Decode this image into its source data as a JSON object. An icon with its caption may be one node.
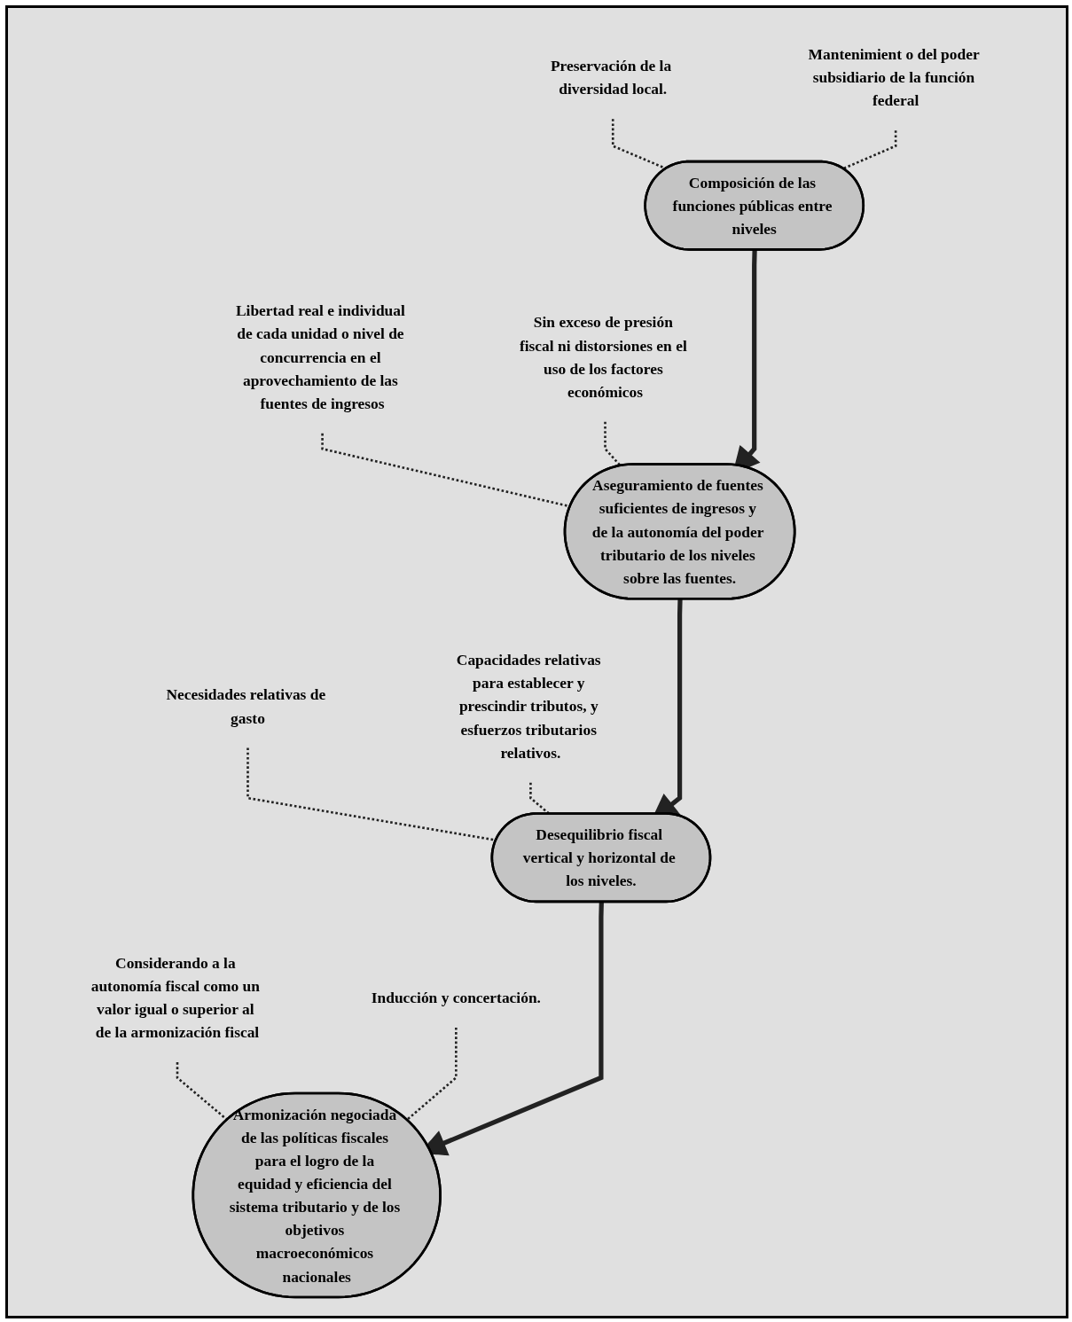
{
  "diagram": {
    "nodes": [
      {
        "text": [
          "Preservación de la diversidad local."
        ]
      },
      {
        "text": [
          "Composición de las funciones públicas entre niveles"
        ]
      },
      {
        "text": [
          "Mantenimient o del poder subsidiario de la función federal"
        ]
      },
      {
        "text": [
          "Libertad real e individual de cada unidad o nivel de concurrencia en el aprovechamiento de las fuentes de ingresos"
        ]
      },
      {
        "text": [
          "Aseguramiento de fuentes suficientes de ingresos y de la autonomía del poder tributario de los niveles sobre las fuentes."
        ]
      },
      {
        "text": [
          "Sin exceso de presión fiscal ni distorsiones en el uso de los factores económicos"
        ]
      },
      {
        "text": [
          "Necesidades relativas de gasto"
        ]
      },
      {
        "text": [
          "Desequilibrio fiscal vertical y horizontal de los niveles."
        ]
      },
      {
        "text": [
          "Capacidades relativas para establecer y prescindir tributos, y esfuerzos tributarios relativos."
        ]
      },
      {
        "text": [
          "Considerando a la autonomía fiscal como un valor igual o superior al de la armonización fiscal"
        ]
      },
      {
        "text": [
          "Armonización negociada de las políticas fiscales para el logro de la equidad y eficiencia del sistema tributario y de los objetivos macroeconómicos nacionales"
        ]
      },
      {
        "text": [
          "Inducción y concertación."
        ]
      }
    ],
    "edges": [
      {
        "from": 0,
        "to": 1,
        "arrow": "none",
        "style": "dashed"
      },
      {
        "from": 2,
        "to": 1,
        "arrow": "none",
        "style": "dashed"
      },
      {
        "from": 3,
        "to": 4,
        "arrow": "none",
        "style": "dashed"
      },
      {
        "from": 5,
        "to": 4,
        "arrow": "none",
        "style": "dashed"
      },
      {
        "from": 6,
        "to": 7,
        "arrow": "none",
        "style": "dashed"
      },
      {
        "from": 8,
        "to": 7,
        "arrow": "none",
        "style": "dashed"
      },
      {
        "from": 9,
        "to": 10,
        "arrow": "none",
        "style": "dashed"
      },
      {
        "from": 11,
        "to": 10,
        "arrow": "none",
        "style": "dashed"
      },
      {
        "from": 1,
        "to": 4,
        "arrow": "to",
        "style": "thick"
      },
      {
        "from": 4,
        "to": 7,
        "arrow": "to",
        "style": "thick"
      },
      {
        "from": 7,
        "to": 10,
        "arrow": "to",
        "style": "thick"
      }
    ]
  }
}
